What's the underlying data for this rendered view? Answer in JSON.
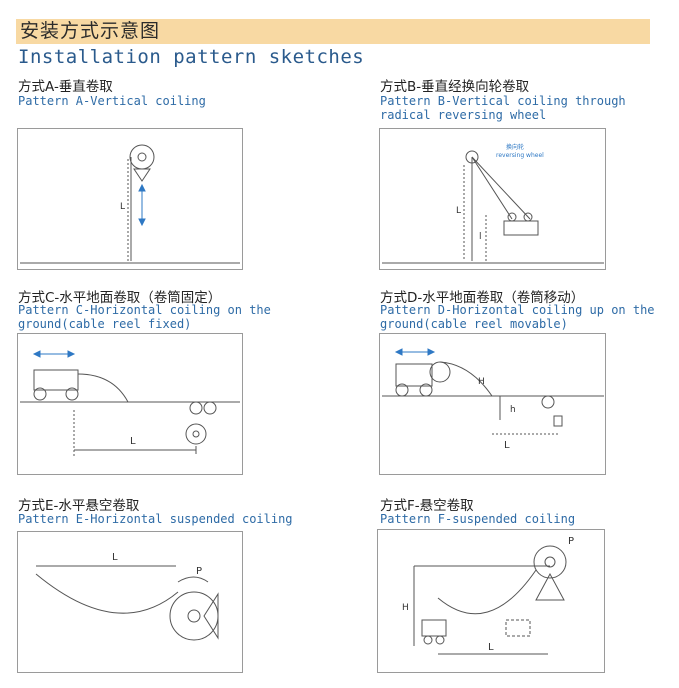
{
  "header": {
    "title_zh": "安装方式示意图",
    "title_en": "Installation pattern sketches"
  },
  "patterns": {
    "a": {
      "title_zh": "方式A-垂直卷取",
      "line1": "Pattern A-Vertical coiling",
      "line2": "",
      "dim_l": "L"
    },
    "b": {
      "title_zh": "方式B-垂直经换向轮卷取",
      "line1": "Pattern B-Vertical coiling through",
      "line2": "radical reversing wheel",
      "dim_l": "L",
      "dim_i": "l",
      "wheel_zh": "换向轮",
      "wheel_en": "reversing wheel"
    },
    "c": {
      "title_zh": "方式C-水平地面卷取（卷筒固定）",
      "line1": "Pattern C-Horizontal coiling on the",
      "line2": "ground(cable reel fixed)",
      "dim_l": "L"
    },
    "d": {
      "title_zh": "方式D-水平地面卷取（卷筒移动）",
      "line1": "Pattern D-Horizontal coiling up on the",
      "line2": "ground(cable reel movable)",
      "dim_l": "L",
      "dim_h_upper": "H",
      "dim_h_lower": "h"
    },
    "e": {
      "title_zh": "方式E-水平悬空卷取",
      "line1": "Pattern E-Horizontal suspended coiling",
      "line2": "",
      "dim_l": "L",
      "dim_p": "P"
    },
    "f": {
      "title_zh": "方式F-悬空卷取",
      "line1": "Pattern F-suspended  coiling",
      "line2": "",
      "dim_l": "L",
      "dim_h": "H",
      "dim_p": "P"
    }
  },
  "colors": {
    "header_bar": "#f8d9a3",
    "caption_en": "#2e6ba6",
    "line": "#555555",
    "arrow_accent": "#2e78c4"
  }
}
